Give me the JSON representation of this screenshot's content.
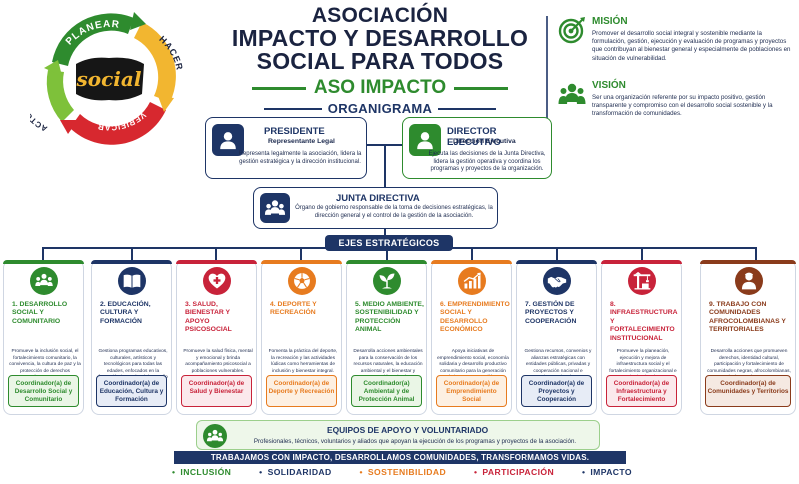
{
  "logo": {
    "center_word": "social",
    "ring_words": [
      "PLANEAR",
      "HACER",
      "VERIFICAR",
      "ACTUAR"
    ],
    "ring_colors": [
      "#2e8b2e",
      "#f2b630",
      "#d7282f",
      "#7ec13a"
    ]
  },
  "header": {
    "line1": "ASOCIACIÓN",
    "line2": "IMPACTO Y DESARROLLO",
    "line3": "SOCIAL PARA TODOS",
    "subtitle": "ASO IMPACTO",
    "organigram": "ORGANIGRAMA"
  },
  "mission": {
    "title": "MISIÓN",
    "icon": "target-icon",
    "text": "Promover el desarrollo social integral y sostenible mediante la formulación, gestión, ejecución y evaluación de programas y proyectos que contribuyan al bienestar general y especialmente de poblaciones en situación de vulnerabilidad."
  },
  "vision": {
    "title": "VISIÓN",
    "icon": "people-icon",
    "text": "Ser una organización referente por su impacto positivo, gestión transparente y compromiso con el desarrollo social sostenible y la transformación de comunidades."
  },
  "presidente": {
    "title": "PRESIDENTE",
    "subtitle": "Representante Legal",
    "text": "Representa legalmente la asociación, lidera la gestión estratégica y la dirección institucional."
  },
  "director": {
    "title": "DIRECTOR EJECUTIVO",
    "subtitle": "Dirección Ejecutiva",
    "text": "Ejecuta las decisiones de la Junta Directiva, lidera la gestión operativa y coordina los programas y proyectos de la organización."
  },
  "junta": {
    "title": "JUNTA DIRECTIVA",
    "text": "Órgano de gobierno responsable de la toma de decisiones estratégicas, la dirección general y el control de la gestión de la asociación."
  },
  "ejes_label": "EJES ESTRATÉGICOS",
  "axes": [
    {
      "title": "1. DESARROLLO SOCIAL Y COMUNITARIO",
      "desc": "Promueve la inclusión social, el fortalecimiento comunitario, la convivencia, la cultura de paz y la protección de derechos humanos.",
      "coord": "Coordinador(a) de Desarrollo Social y Comunitario",
      "color": "#2e8b2e",
      "bg": "#eaf6e6",
      "icon": "community-icon"
    },
    {
      "title": "2. EDUCACIÓN, CULTURA Y FORMACIÓN",
      "desc": "Gestiona programas educativos, culturales, artísticos y tecnológicos para todas las edades, enfocados en la formación integral y el desarrollo de capacidades.",
      "coord": "Coordinador(a) de Educación, Cultura y Formación",
      "color": "#1e3566",
      "bg": "#e7ecf6",
      "icon": "book-icon"
    },
    {
      "title": "3. SALUD, BIENESTAR Y APOYO PSICOSOCIAL",
      "desc": "Promueve la salud física, mental y emocional y brinda acompañamiento psicosocial a poblaciones vulnerables.",
      "coord": "Coordinador(a) de Salud y Bienestar",
      "color": "#c8233a",
      "bg": "#fbe9ec",
      "icon": "health-icon"
    },
    {
      "title": "4. DEPORTE Y RECREACIÓN",
      "desc": "Fomenta la práctica del deporte, la recreación y las actividades lúdicas como herramientas de inclusión y bienestar integral.",
      "coord": "Coordinador(a) de Deporte y Recreación",
      "color": "#e77b1f",
      "bg": "#fdf0e2",
      "icon": "ball-icon"
    },
    {
      "title": "5. MEDIO AMBIENTE, SOSTENIBILIDAD Y PROTECCIÓN ANIMAL",
      "desc": "Desarrolla acciones ambientales para la conservación de los recursos naturales, la educación ambiental y el bienestar y protección animal.",
      "coord": "Coordinador(a) Ambiental y de Protección Animal",
      "color": "#2e8b2e",
      "bg": "#eaf6e6",
      "icon": "leaf-icon"
    },
    {
      "title": "6. EMPRENDIMIENTO SOCIAL Y DESARROLLO ECONÓMICO",
      "desc": "Apoya iniciativas de emprendimiento social, economía solidaria y desarrollo productivo comunitario para la generación de ingresos sostenibles.",
      "coord": "Coordinador(a) de Emprendimiento Social",
      "color": "#e77b1f",
      "bg": "#fdf0e2",
      "icon": "growth-chart-icon"
    },
    {
      "title": "7. GESTIÓN DE PROYECTOS Y COOPERACIÓN",
      "desc": "Gestiona recursos, convenios y alianzas estratégicas con entidades públicas, privadas y cooperación nacional e internacional.",
      "coord": "Coordinador(a) de Proyectos y Cooperación",
      "color": "#1e3566",
      "bg": "#e7ecf6",
      "icon": "handshake-icon"
    },
    {
      "title": "8. INFRAESTRUCTURA Y FORTALECIMIENTO INSTITUCIONAL",
      "desc": "Promueve la planeación, ejecución y mejora de infraestructura social y el fortalecimiento organizacional e institucional.",
      "coord": "Coordinador(a) de Infraestructura y Fortalecimiento",
      "color": "#c8233a",
      "bg": "#fbe9ec",
      "icon": "crane-icon"
    },
    {
      "title": "9. TRABAJO CON COMUNIDADES AFROCOLOMBIANAS Y TERRITORIALES",
      "desc": "Desarrolla acciones que promueven derechos, identidad cultural, participación y fortalecimiento de comunidades negras, afrocolombianas, raizales y palenqueras.",
      "coord": "Coordinador(a) de Comunidades y Territorios",
      "color": "#8a3b1b",
      "bg": "#f5e9e2",
      "icon": "person-icon"
    }
  ],
  "equipos": {
    "title": "EQUIPOS DE APOYO Y VOLUNTARIADO",
    "text": "Profesionales, técnicos, voluntarios y aliados que apoyan la ejecución de los programas y proyectos de la asociación."
  },
  "slogan": "TRABAJAMOS CON IMPACTO, DESARROLLAMOS COMUNIDADES, TRANSFORMAMOS VIDAS.",
  "values": [
    {
      "label": "INCLUSIÓN",
      "color": "#2e8b2e"
    },
    {
      "label": "SOLIDARIDAD",
      "color": "#1e3566"
    },
    {
      "label": "SOSTENIBILIDAD",
      "color": "#e77b1f"
    },
    {
      "label": "PARTICIPACIÓN",
      "color": "#c8233a"
    },
    {
      "label": "IMPACTO",
      "color": "#1e3566"
    }
  ]
}
